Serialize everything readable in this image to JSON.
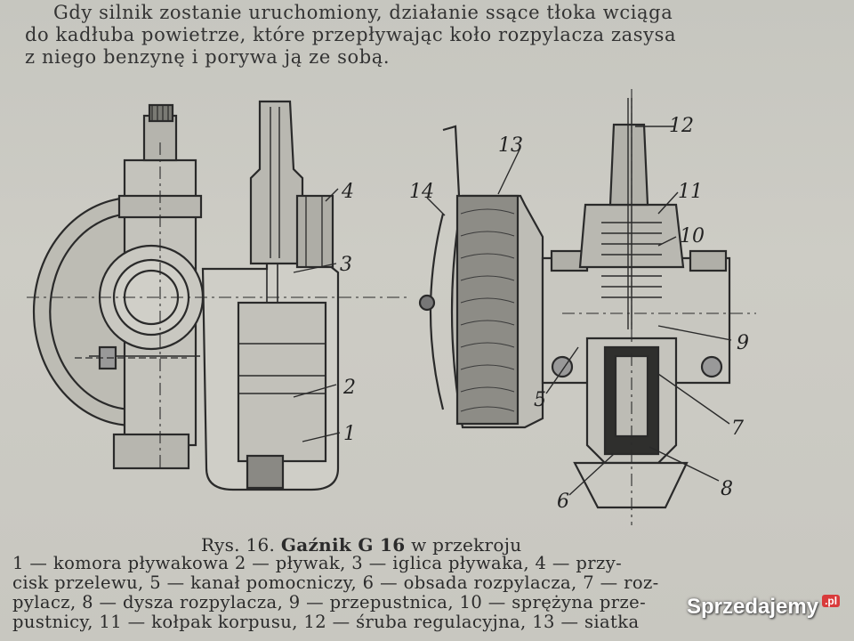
{
  "intro": {
    "lines": [
      "Gdy silnik zostanie uruchomiony, działanie ssące tłoka wciąga",
      "do kadłuba powietrze, które przepływając koło rozpylacza zasysa",
      "z niego benzynę i porywa ją ze sobą."
    ]
  },
  "figure": {
    "labels": [
      "1",
      "2",
      "3",
      "4",
      "5",
      "6",
      "7",
      "8",
      "9",
      "10",
      "11",
      "12",
      "13",
      "14"
    ]
  },
  "caption": {
    "prefix": "Rys. 16.",
    "bold": "Gaźnik G 16",
    "suffix": "w przekroju"
  },
  "legend": {
    "lines": [
      "1 — komora pływakowa 2 — pływak, 3 — iglica pływaka, 4 — przy-",
      "cisk przelewu, 5 — kanał pomocniczy, 6 — obsada rozpylacza, 7 — roz-",
      "pylacz, 8 — dysza rozpylacza, 9 — przepustnica, 10 — sprężyna prze-",
      "pustnicy, 11 — kołpak korpusu, 12 — śruba regulacyjna, 13 — siatka"
    ]
  },
  "watermark": {
    "text": "Sprzedajemy",
    "suffix": ".pl"
  }
}
